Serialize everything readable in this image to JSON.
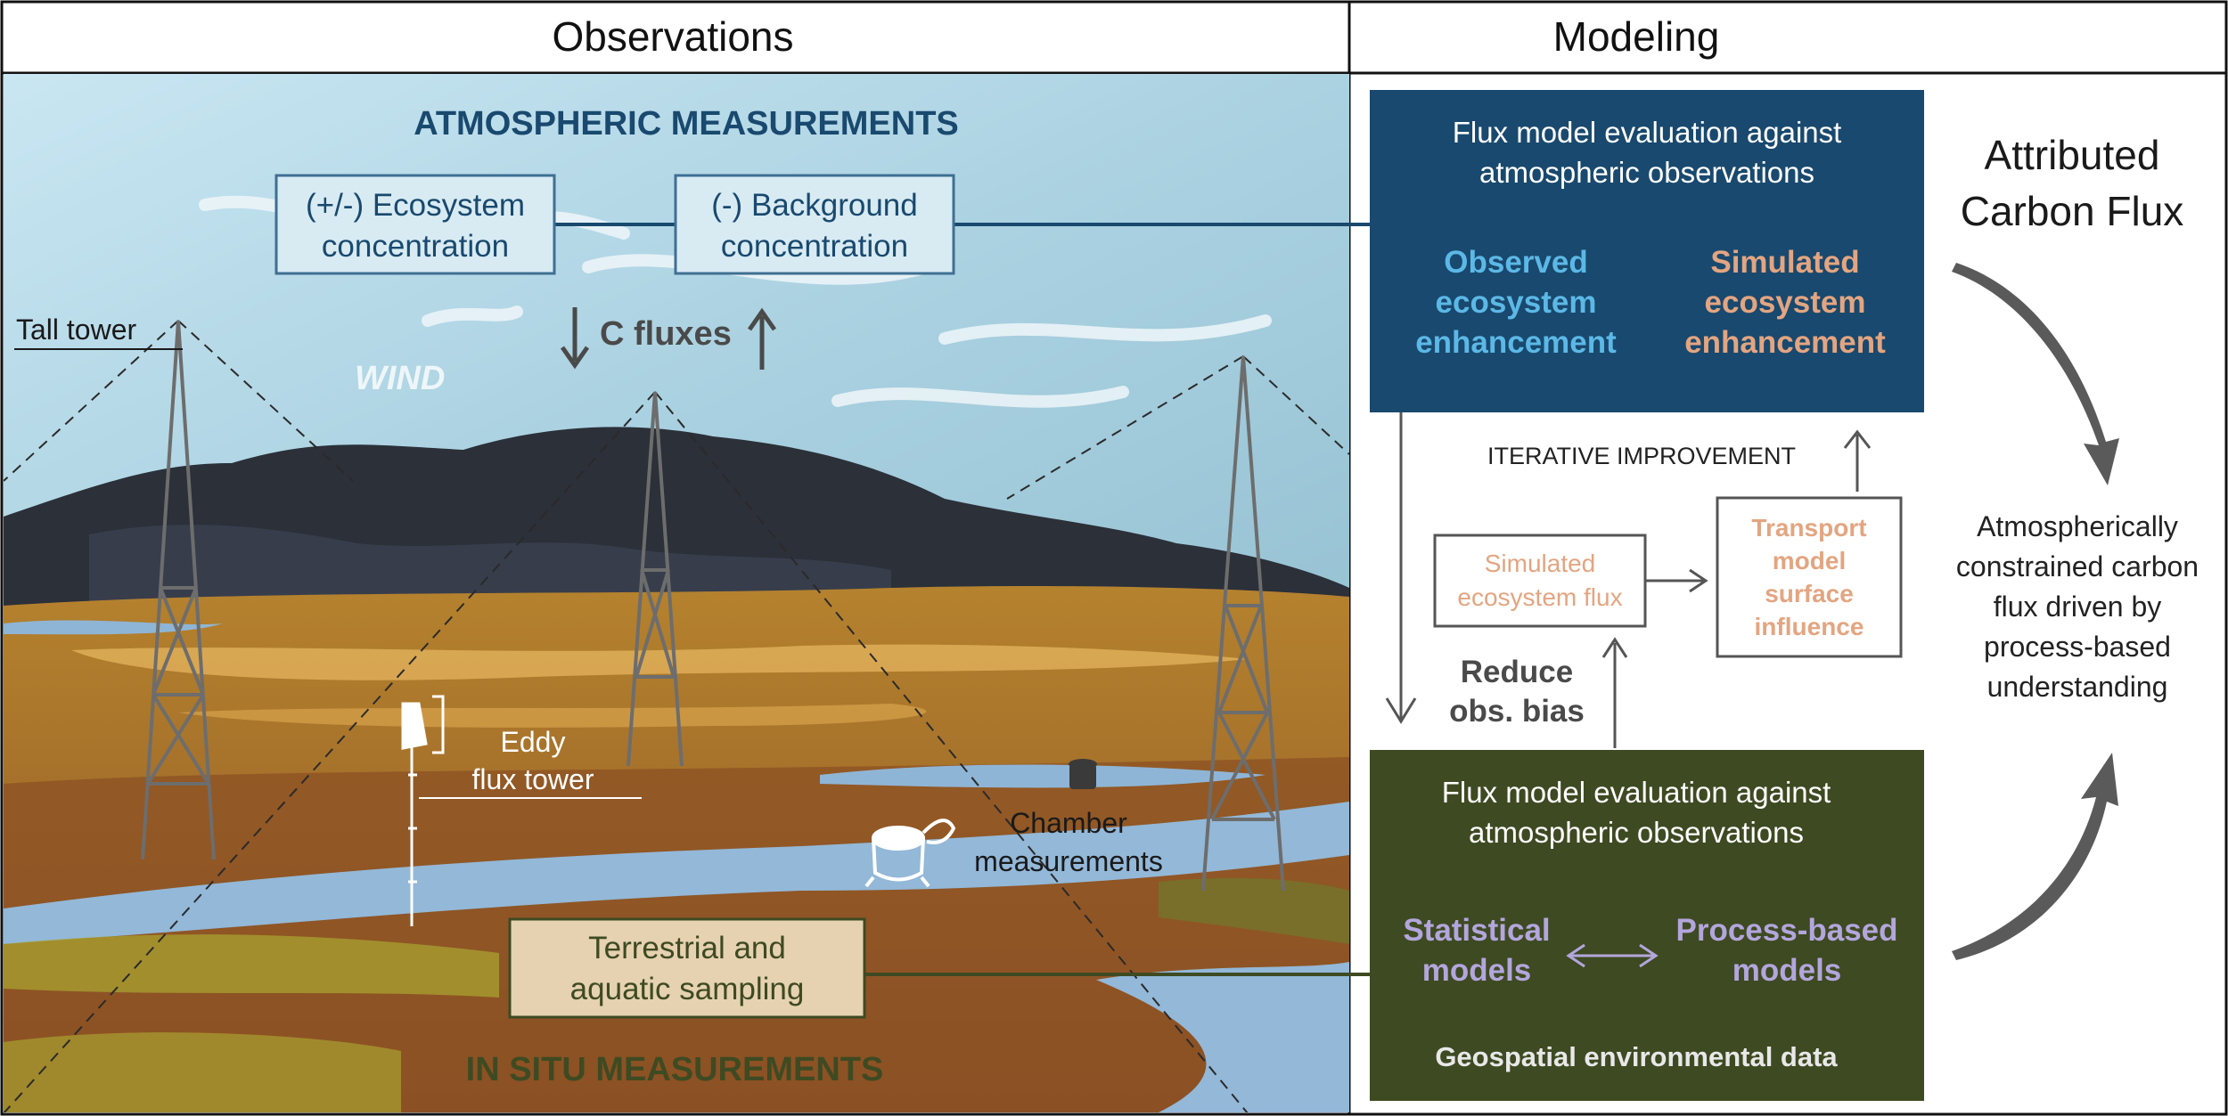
{
  "headers": {
    "observations": "Observations",
    "modeling": "Modeling"
  },
  "landscape": {
    "atmospheric_title": "ATMOSPHERIC MEASUREMENTS",
    "in_situ_title": "IN SITU MEASUREMENTS",
    "ecosystem_conc": [
      "(+/-) Ecosystem",
      "concentration"
    ],
    "background_conc": [
      "(-) Background",
      "concentration"
    ],
    "c_fluxes": "C fluxes",
    "wind": "WIND",
    "tall_tower": "Tall tower",
    "eddy_flux": [
      "Eddy",
      "flux tower"
    ],
    "chamber": [
      "Chamber",
      "measurements"
    ],
    "terrestrial": [
      "Terrestrial and",
      "aquatic sampling"
    ]
  },
  "modeling": {
    "top_box": {
      "title": [
        "Flux model evaluation against",
        "atmospheric observations"
      ],
      "observed": [
        "Observed",
        "ecosystem",
        "enhancement"
      ],
      "simulated": [
        "Simulated",
        "ecosystem",
        "enhancement"
      ]
    },
    "iterative": "ITERATIVE IMPROVEMENT",
    "sim_flux": [
      "Simulated",
      "ecosystem flux"
    ],
    "transport": [
      "Transport",
      "model",
      "surface",
      "influence"
    ],
    "reduce_bias": [
      "Reduce",
      "obs. bias"
    ],
    "bottom_box": {
      "title": [
        "Flux model evaluation against",
        "atmospheric observations"
      ],
      "statistical": [
        "Statistical",
        "models"
      ],
      "process": [
        "Process-based",
        "models"
      ],
      "geospatial": "Geospatial environmental data"
    }
  },
  "result": {
    "attributed": [
      "Attributed",
      "Carbon Flux"
    ],
    "constrained": [
      "Atmospherically",
      "constrained carbon",
      "flux driven by",
      "process-based",
      "understanding"
    ]
  },
  "colors": {
    "navy": "#19496e",
    "olive": "#3e4a22",
    "light_blue": "#5cb8e6",
    "salmon": "#e3a581",
    "lavender": "#b3a6dc",
    "gray_text": "#4a4a4a"
  }
}
